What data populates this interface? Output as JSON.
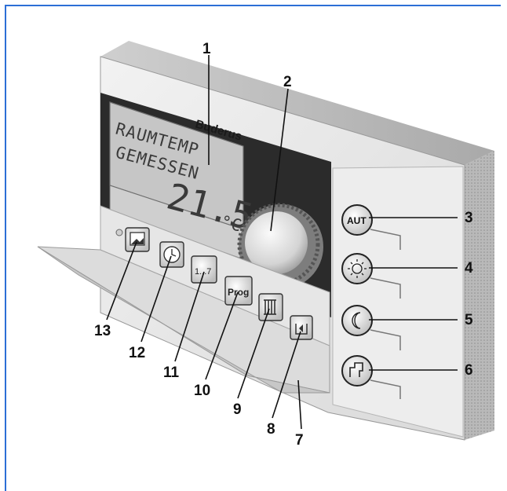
{
  "display": {
    "line1": "RAUMTEMP",
    "line2": "GEMESSEN",
    "temperature": "21.5",
    "unit": "°C"
  },
  "brand": "Buderus",
  "buttons": {
    "auto_label": "AUT",
    "prog_label": "Prog",
    "day_label": "1...7"
  },
  "callouts": {
    "c1": "1",
    "c2": "2",
    "c3": "3",
    "c4": "4",
    "c5": "5",
    "c6": "6",
    "c7": "7",
    "c8": "8",
    "c9": "9",
    "c10": "10",
    "c11": "11",
    "c12": "12",
    "c13": "13"
  }
}
